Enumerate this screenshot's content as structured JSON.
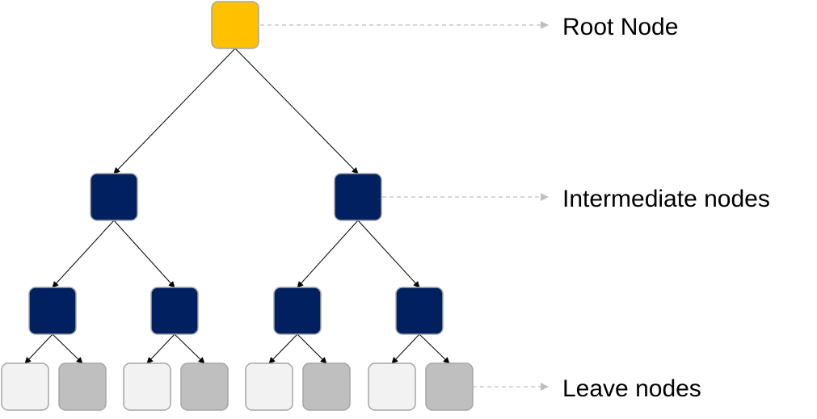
{
  "labels": {
    "root": "Root Node",
    "intermediate": "Intermediate nodes",
    "leaves": "Leave nodes"
  },
  "colors": {
    "root": "#FFC000",
    "intermediate": "#002060",
    "leaf_light": "#F2F2F2",
    "leaf_dark": "#BFBFBF",
    "node_border": "#A6A6A6",
    "edge": "#000000",
    "pointer": "#BFBFBF"
  },
  "tree": {
    "levels": 4,
    "branching": 2,
    "leaf_pattern": [
      "light",
      "dark"
    ]
  }
}
